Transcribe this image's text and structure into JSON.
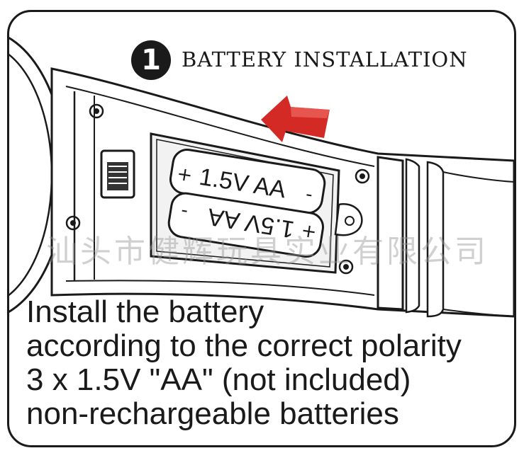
{
  "step": {
    "number": "1",
    "title": "BATTERY INSTALLATION"
  },
  "batteries": [
    {
      "label": "1.5V AA",
      "orientation": "normal"
    },
    {
      "label": "1.5V AA",
      "orientation": "flipped"
    }
  ],
  "polarity": {
    "plus": "+",
    "minus": "-"
  },
  "watermark": "汕头市健辉玩具实业有限公司",
  "instructions": [
    "Install the battery",
    "according to the correct polarity",
    "3 x 1.5V \"AA\" (not included)",
    "non-rechargeable batteries"
  ],
  "colors": {
    "arrow": "#d42a26",
    "ink": "#1a1a1a",
    "watermark": "#969696"
  },
  "icons": {
    "direction": "arrow-left-icon",
    "screws": "screw-icon",
    "switch": "slide-switch-icon"
  }
}
